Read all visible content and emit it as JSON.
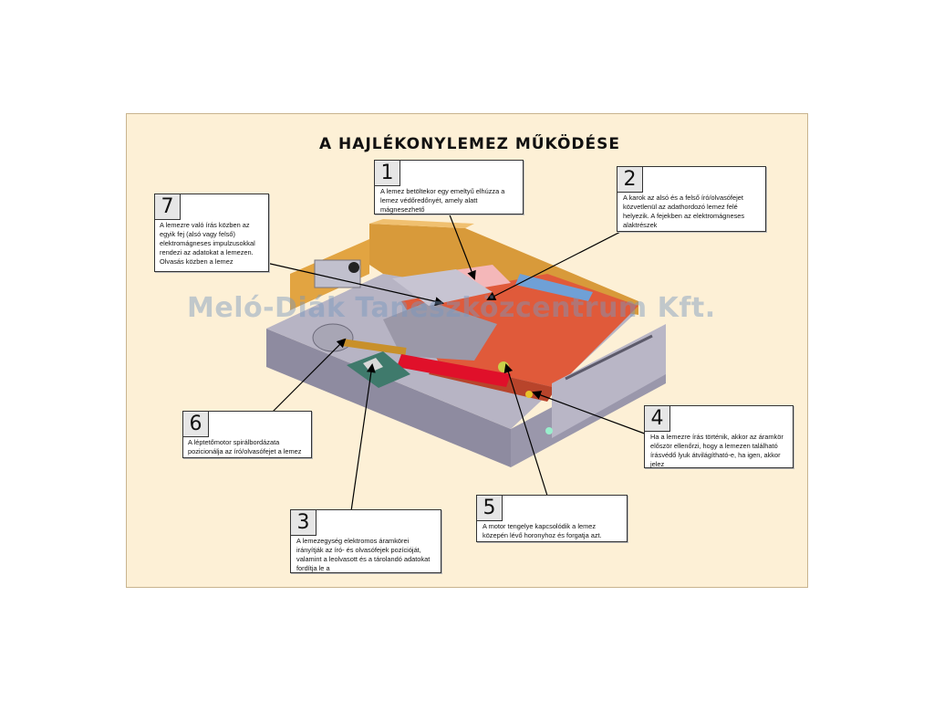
{
  "title": "A HAJLÉKONYLEMEZ MŰKÖDÉSE",
  "watermark": "Meló-Diák Taneszközcentrum Kft.",
  "colors": {
    "poster_bg": "#fdf0d6",
    "disk_red": "#e05a3a",
    "frame_grey": "#a9a6b6",
    "rail_red": "#e0102a"
  },
  "callouts": [
    {
      "number": "1",
      "text": "A lemez betöltekor egy emeltyű elhúzza a lemez védőredőnyét, amely alatt mágnesezhető"
    },
    {
      "number": "2",
      "text": "A karok az alsó és a felső író/olvasófejet közvetlenül az adathordozó lemez felé helyezik. A fejekben az elektromágneses alaktrészek"
    },
    {
      "number": "3",
      "text": "A lemezegység elektromos áramkörei irányítják az író- és olvasófejek pozícióját, valamint a leolvasott és a tárolandó adatokat fordítja le a"
    },
    {
      "number": "4",
      "text": "Ha a lemezre írás történik, akkor az áramkör először ellenőrzi, hogy a lemezen található írásvédő lyuk átvilágítható-e, ha igen, akkor jelez"
    },
    {
      "number": "5",
      "text": "A motor tengelye kapcsolódik a lemez közepén lévő horonyhoz és forgatja azt."
    },
    {
      "number": "6",
      "text": "A léptetőmotor spirálbordázata pozicionálja az író/olvasófejet a lemez"
    },
    {
      "number": "7",
      "text": "A lemezre való írás közben az egyik fej (alsó vagy felső) elektromágneses impulzusokkal rendezi az adatokat a lemezen. Olvasás közben a lemez"
    }
  ]
}
